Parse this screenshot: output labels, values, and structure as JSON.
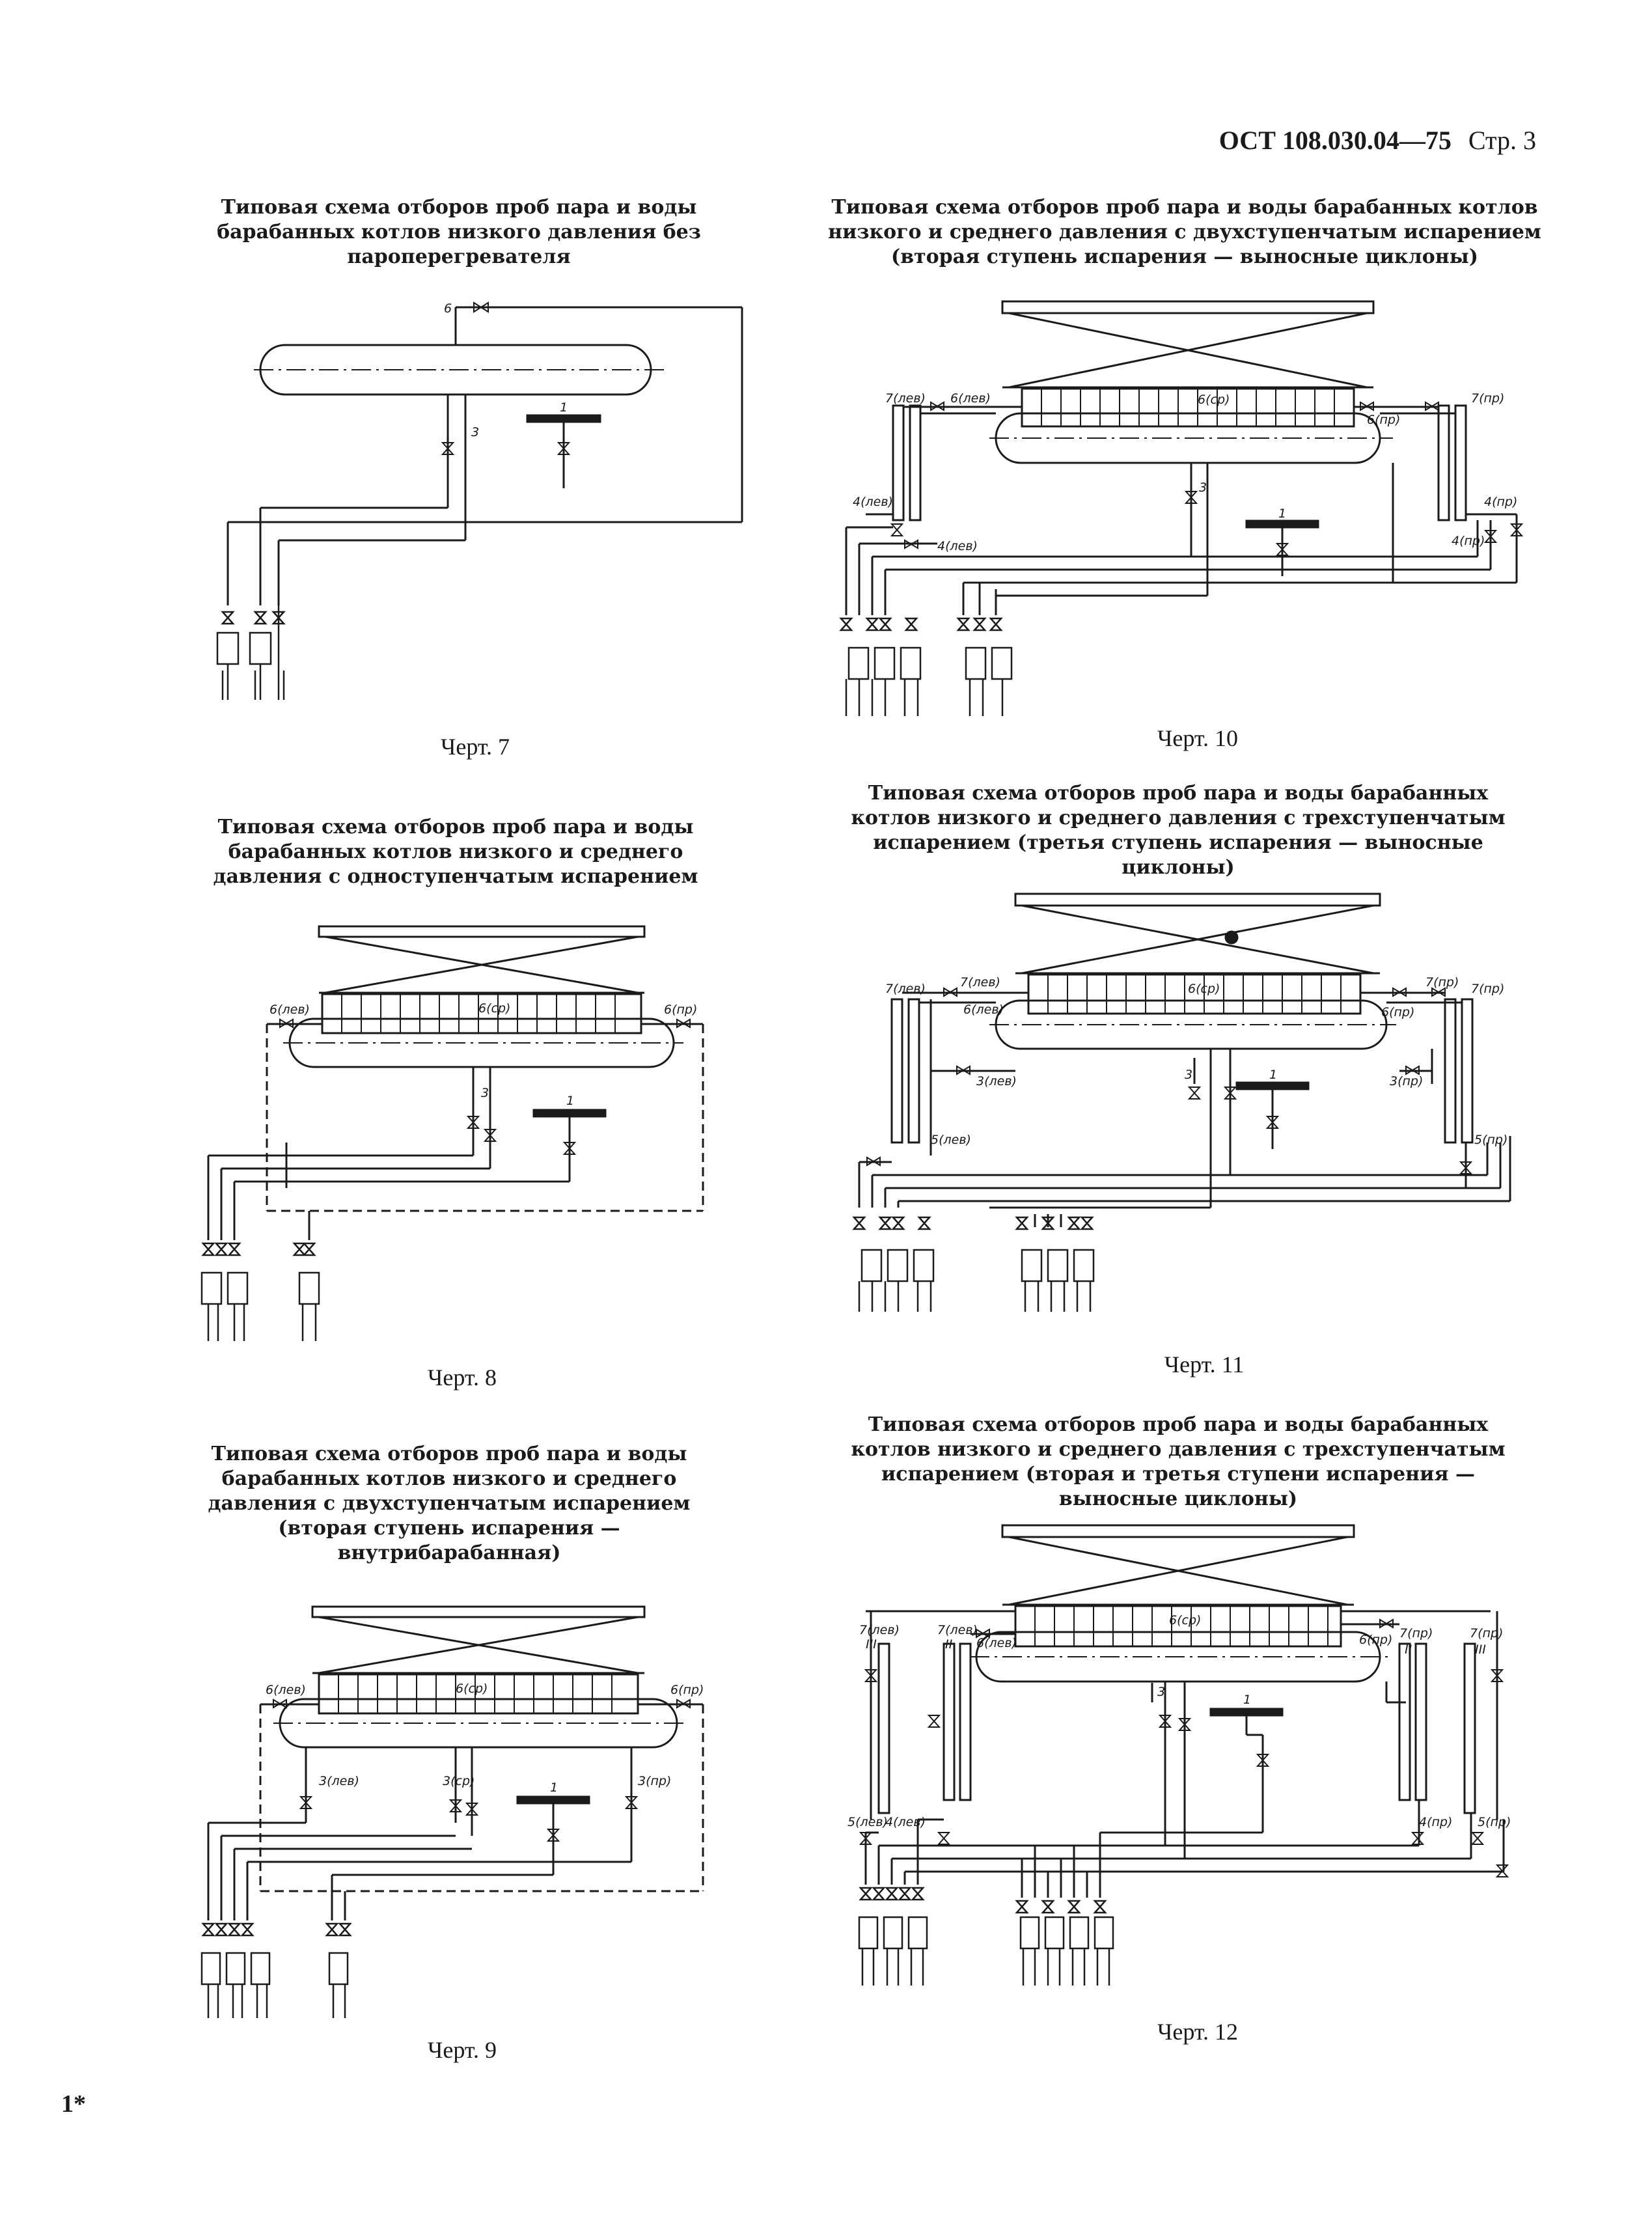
{
  "header": {
    "doc_code": "ОСТ 108.030.04—75",
    "page": "Стр. 3"
  },
  "figures": {
    "f7": {
      "title": "Типовая схема отборов проб пара и воды барабанных котлов низкого давления без пароперегревателя",
      "caption": "Черт. 7"
    },
    "f8": {
      "title": "Типовая схема отборов проб пара и воды барабанных котлов низкого и среднего давления с одноступенчатым испарением",
      "caption": "Черт. 8"
    },
    "f9": {
      "title": "Типовая схема отборов проб пара и воды барабанных котлов низкого и среднего давления с двухступенчатым испарением (вторая ступень испарения — внутрибарабанная)",
      "caption": "Черт. 9"
    },
    "f10": {
      "title": "Типовая схема отборов проб пара и воды барабанных котлов низкого и среднего давления с двухступенчатым испарением (вторая ступень испарения — выносные циклоны)",
      "caption": "Черт. 10"
    },
    "f11": {
      "title": "Типовая схема отборов проб пара и воды барабанных котлов низкого и среднего давления с трехступенчатым испарением (третья ступень испарения — выносные циклоны)",
      "caption": "Черт. 11"
    },
    "f12": {
      "title": "Типовая схема отборов проб пара и воды барабанных котлов низкого и среднего давления с трехступенчатым испарением (вторая и третья ступени испарения — выносные циклоны)",
      "caption": "Черт. 12"
    }
  },
  "labels": {
    "l1": "1",
    "l3": "3",
    "l6": "6",
    "l3lev": "3(лев)",
    "l3sr": "3(ср)",
    "l3pr": "3(пр)",
    "l6lev": "6(лев)",
    "l6pr": "6(пр)",
    "l6sr": "6(ср)",
    "l7lev": "7(лев)",
    "l7pr": "7(пр)",
    "l4lev": "4(лев)",
    "l4pr": "4(пр)",
    "l5lev": "5(лев)",
    "l5pr": "5(пр)",
    "rII": "II",
    "rIII": "III"
  },
  "footer": {
    "mark": "1*"
  }
}
